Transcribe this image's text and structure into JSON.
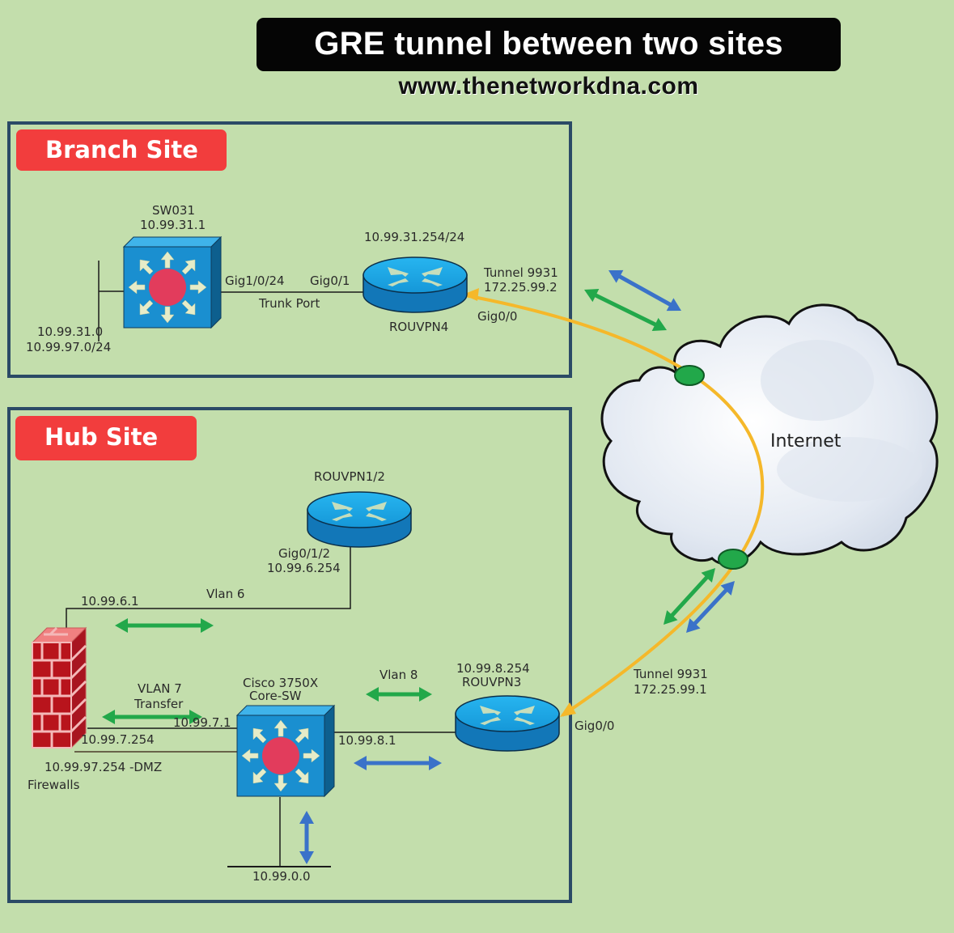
{
  "header": {
    "title": "GRE tunnel between two sites",
    "website": "www.thenetworkdna.com"
  },
  "colors": {
    "background": "#c3deac",
    "site_border": "#2b4a66",
    "badge": "#f23d3d",
    "tunnel": "#f5b82a",
    "green_arrow": "#22a84a",
    "blue_arrow": "#3a72c9",
    "device_blue": "#1a8fd0"
  },
  "branch": {
    "badge": "Branch Site",
    "switch": {
      "name": "SW031",
      "ip": "10.99.31.1"
    },
    "lan": {
      "line1": "10.99.31.0",
      "line2": "10.99.97.0/24"
    },
    "link": {
      "left_port": "Gig1/0/24",
      "right_port": "Gig0/1",
      "type": "Trunk Port"
    },
    "router": {
      "name": "ROUVPN4",
      "ip": "10.99.31.254/24",
      "tunnel": "Tunnel 9931",
      "tunnel_ip": "172.25.99.2",
      "wan_port": "Gig0/0"
    }
  },
  "internet": {
    "label": "Internet"
  },
  "hub": {
    "badge": "Hub Site",
    "router12": {
      "name": "ROUVPN1/2",
      "port": "Gig0/1/2",
      "ip": "10.99.6.254"
    },
    "vlan6": {
      "label": "Vlan 6",
      "fw_ip": "10.99.6.1"
    },
    "firewall": {
      "name": "Firewalls",
      "transfer_ip": "10.99.7.254",
      "dmz_ip": "10.99.97.254 -DMZ"
    },
    "vlan7": {
      "line1": "VLAN 7",
      "line2": "Transfer"
    },
    "core": {
      "line1": "Cisco 3750X",
      "line2": "Core-SW",
      "vlan7_ip": "10.99.7.1",
      "vlan8_ip": "10.99.8.1",
      "lan": "10.99.0.0"
    },
    "vlan8": {
      "label": "Vlan 8"
    },
    "router3": {
      "name": "ROUVPN3",
      "ip": "10.99.8.254",
      "wan_port": "Gig0/0",
      "tunnel": "Tunnel 9931",
      "tunnel_ip": "172.25.99.1"
    }
  }
}
